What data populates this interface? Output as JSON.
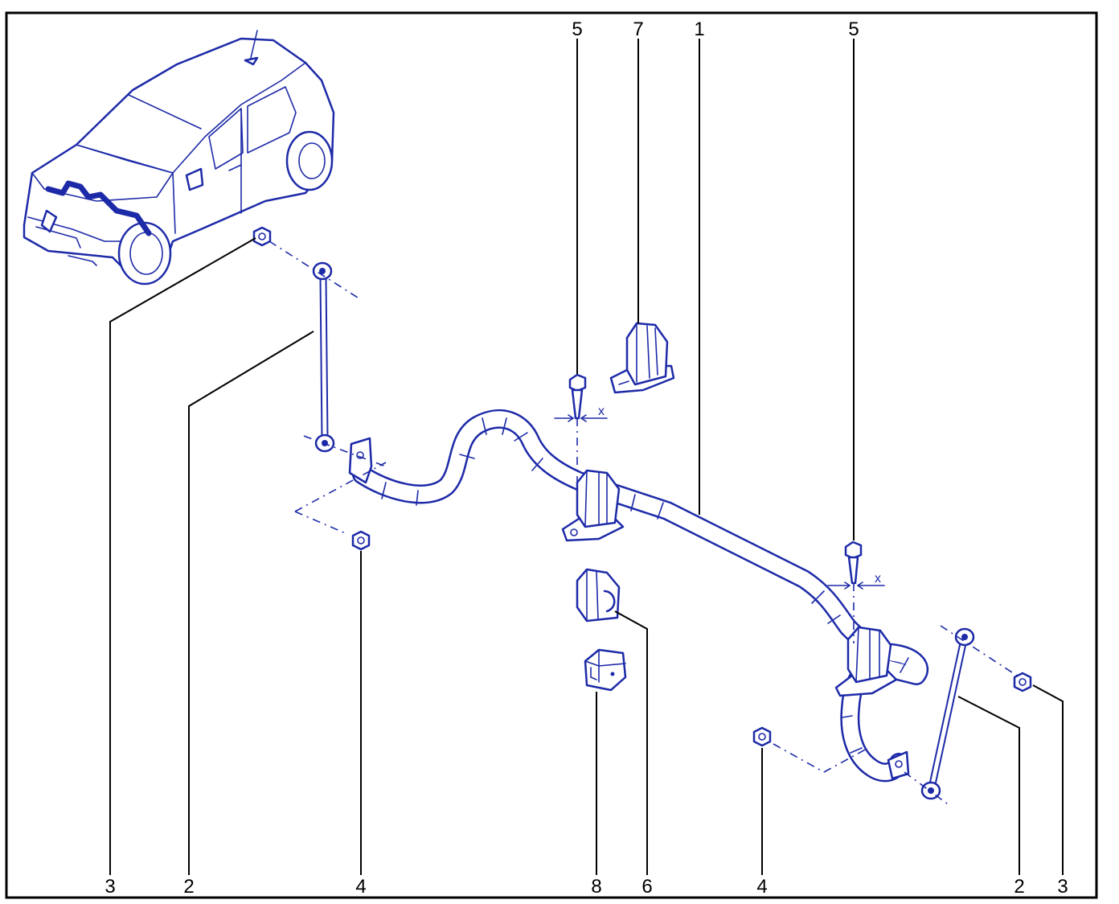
{
  "diagram": {
    "dimension_label": "x",
    "callouts": {
      "top_left_bolt": "5",
      "top_bracket": "7",
      "top_bar": "1",
      "top_right_bolt": "5",
      "bottom_nut_left": "3",
      "bottom_link_left": "2",
      "bottom_nut_mid_left": "4",
      "bottom_clip": "8",
      "bottom_bushing": "6",
      "bottom_nut_mid_right": "4",
      "bottom_link_right": "2",
      "bottom_nut_right": "3"
    },
    "colors": {
      "line_art": "#1d2aa8",
      "leaders": "#000000",
      "frame": "#000000"
    }
  }
}
